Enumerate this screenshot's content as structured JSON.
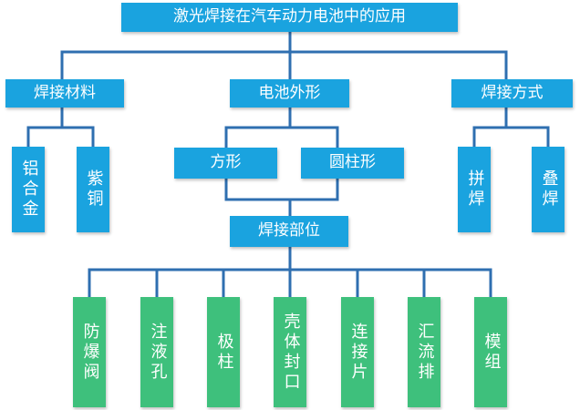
{
  "root": {
    "label": "激光焊接在汽车动力电池中的应用"
  },
  "categories": [
    {
      "label": "焊接材料"
    },
    {
      "label": "电池外形"
    },
    {
      "label": "焊接方式"
    }
  ],
  "materials": [
    {
      "label": "铝合金"
    },
    {
      "label": "紫铜"
    }
  ],
  "shapes": [
    {
      "label": "方形"
    },
    {
      "label": "圆柱形"
    }
  ],
  "methods": [
    {
      "label": "拼焊"
    },
    {
      "label": "叠焊"
    }
  ],
  "welding_parts": {
    "label": "焊接部位"
  },
  "parts": [
    {
      "label": "防爆阀"
    },
    {
      "label": "注液孔"
    },
    {
      "label": "极柱"
    },
    {
      "label": "壳体封口"
    },
    {
      "label": "连接片"
    },
    {
      "label": "汇流排"
    },
    {
      "label": "模组"
    }
  ],
  "colors": {
    "node_blue": "#1aa3df",
    "node_green": "#3ec07c",
    "connector": "#2f6fb0"
  }
}
